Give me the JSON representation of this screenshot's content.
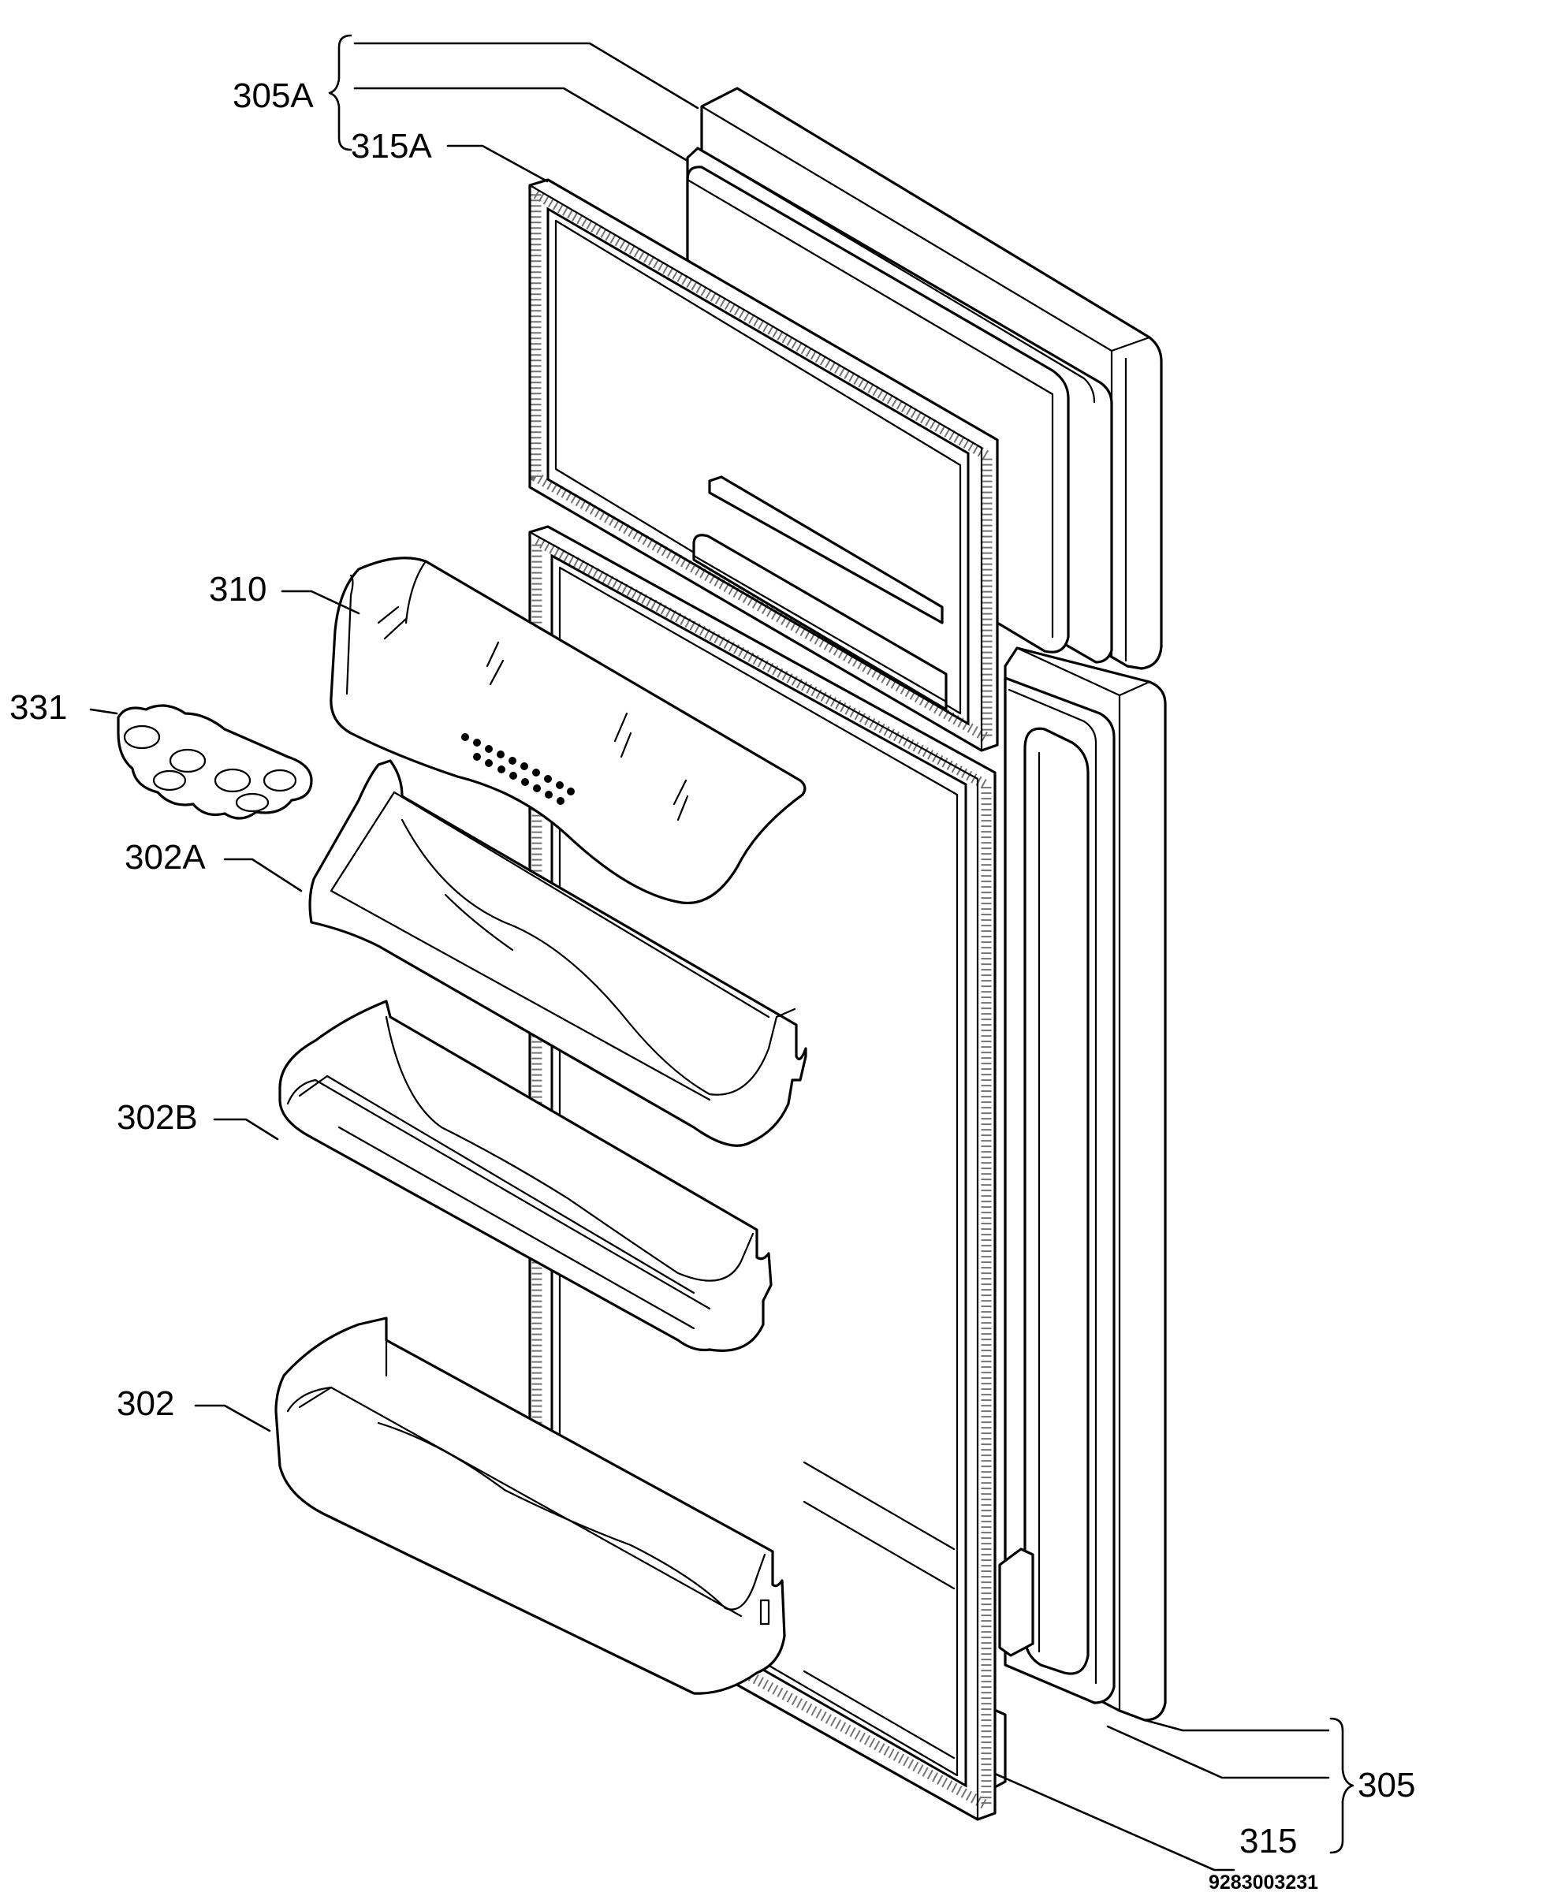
{
  "labels": {
    "l305a": "305A",
    "l315a": "315A",
    "l310": "310",
    "l331": "331",
    "l302a": "302A",
    "l302b": "302B",
    "l302": "302",
    "l305": "305",
    "l315": "315"
  },
  "document_number": "9283003231"
}
